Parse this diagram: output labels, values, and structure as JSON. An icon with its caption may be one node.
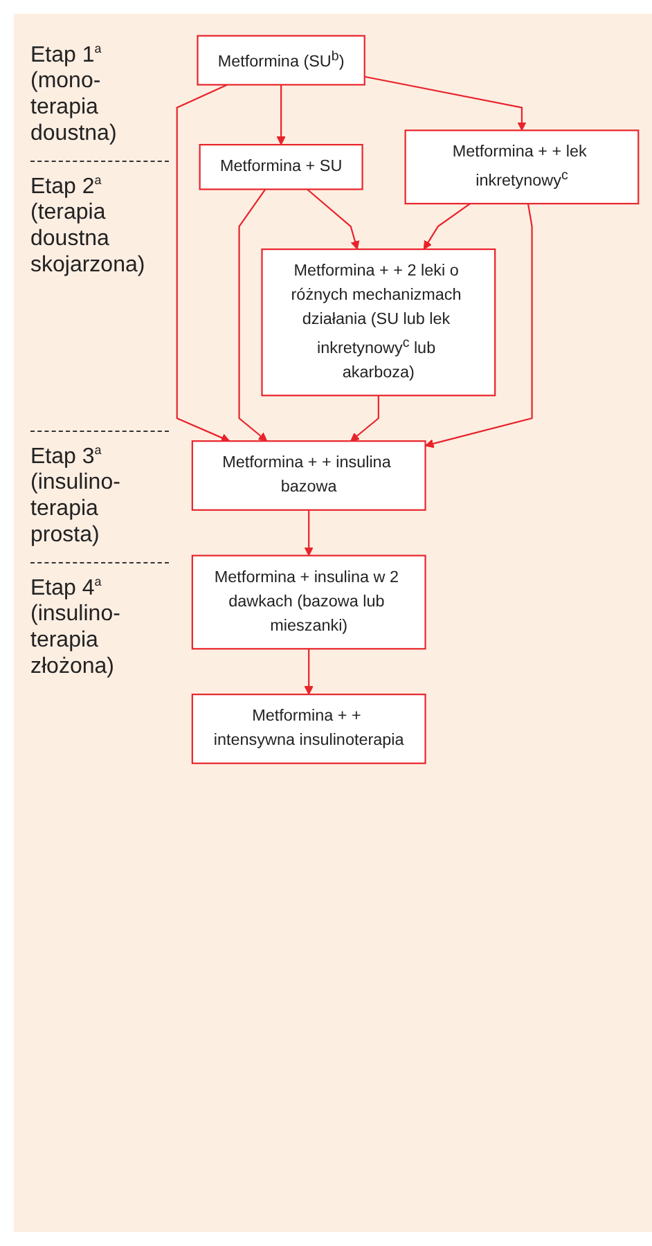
{
  "diagram": {
    "nodes": [
      {
        "text": [
          "Metformina (SU$^{b}$)"
        ]
      },
      {
        "text": [
          "Metformina + SU"
        ]
      },
      {
        "text": [
          "Metformina + + lek inkretynowy$^{c}$"
        ]
      },
      {
        "text": [
          "Metformina + + 2 leki o różnych mechanizmach działania (SU lub lek inkretynowy$^{c}$ lub akarboza)"
        ]
      },
      {
        "text": [
          "Metformina + + insulina bazowa"
        ]
      },
      {
        "text": [
          "Metformina + insulina w 2 dawkach (bazowa lub mieszanki)"
        ]
      },
      {
        "text": [
          "Metformina + + intensywna insulinoterapia"
        ]
      }
    ],
    "edges": [
      {
        "from": 0,
        "to": 1,
        "arrow": "to"
      },
      {
        "from": 0,
        "to": 2,
        "arrow": "to"
      },
      {
        "from": 0,
        "to": 4,
        "arrow": "to"
      },
      {
        "from": 1,
        "to": 3,
        "arrow": "to"
      },
      {
        "from": 2,
        "to": 3,
        "arrow": "to"
      },
      {
        "from": 1,
        "to": 4,
        "arrow": "to"
      },
      {
        "from": 3,
        "to": 4,
        "arrow": "to"
      },
      {
        "from": 2,
        "to": 4,
        "arrow": "to"
      },
      {
        "from": 4,
        "to": 5,
        "arrow": "to"
      },
      {
        "from": 5,
        "to": 6,
        "arrow": "to"
      }
    ],
    "labels": [
      "Etap 1$^{a}$",
      "(mono- terapia doustna)",
      "Etap 2$^{a}$",
      "(terapia doustna skojarzona)",
      "Etap 3$^{a}$",
      "(insulino- terapia prosta)",
      "Etap 4$^{a}$",
      "(insulino- terapia złożona)"
    ]
  }
}
